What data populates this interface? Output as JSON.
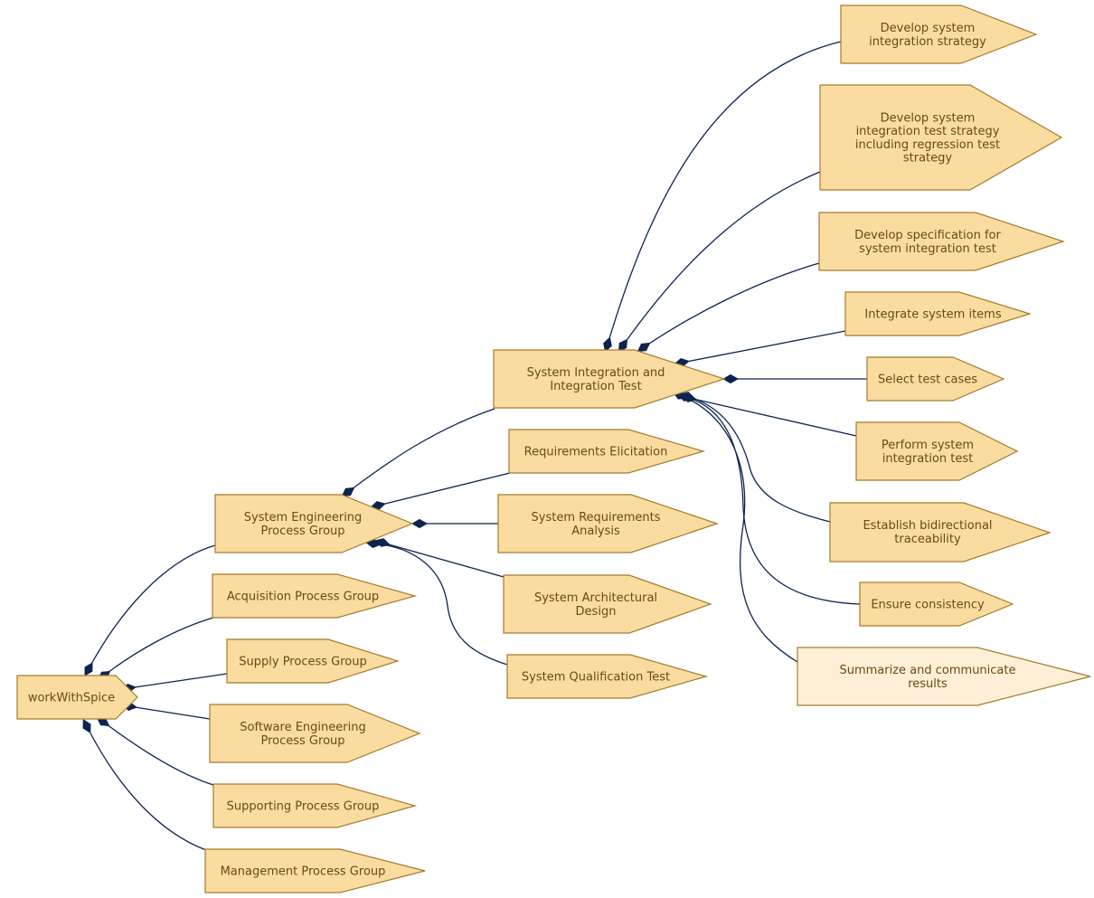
{
  "colors": {
    "node_fill": "#fadca0",
    "node_fill_light": "#ffefd7",
    "node_stroke": "#a57c2c",
    "node_text": "#6b4a10",
    "edge": "#0d2451"
  },
  "nodes": {
    "root": [
      "workWithSpice"
    ],
    "acq": [
      "Acquisition Process Group"
    ],
    "supply": [
      "Supply Process Group"
    ],
    "syseng": [
      "System Engineering",
      "Process Group"
    ],
    "sweng": [
      "Software Engineering",
      "Process Group"
    ],
    "support": [
      "Supporting Process Group"
    ],
    "mgmt": [
      "Management Process Group"
    ],
    "sysint": [
      "System Integration and",
      "Integration Test"
    ],
    "reqelic": [
      "Requirements Elicitation"
    ],
    "sysreq": [
      "System Requirements",
      "Analysis"
    ],
    "sysarch": [
      "System Architectural",
      "Design"
    ],
    "sysqual": [
      "System Qualification Test"
    ],
    "devstrat": [
      "Develop system",
      "integration strategy"
    ],
    "devtest": [
      "Develop system",
      "integration test strategy",
      "including regression test",
      "strategy"
    ],
    "devspec": [
      "Develop specification for",
      "system integration test"
    ],
    "integ": [
      "Integrate system items"
    ],
    "select": [
      "Select test cases"
    ],
    "perform": [
      "Perform system",
      "integration test"
    ],
    "trace": [
      "Establish bidirectional",
      "traceability"
    ],
    "consist": [
      "Ensure consistency"
    ],
    "summ": [
      "Summarize and communicate",
      "results"
    ]
  }
}
